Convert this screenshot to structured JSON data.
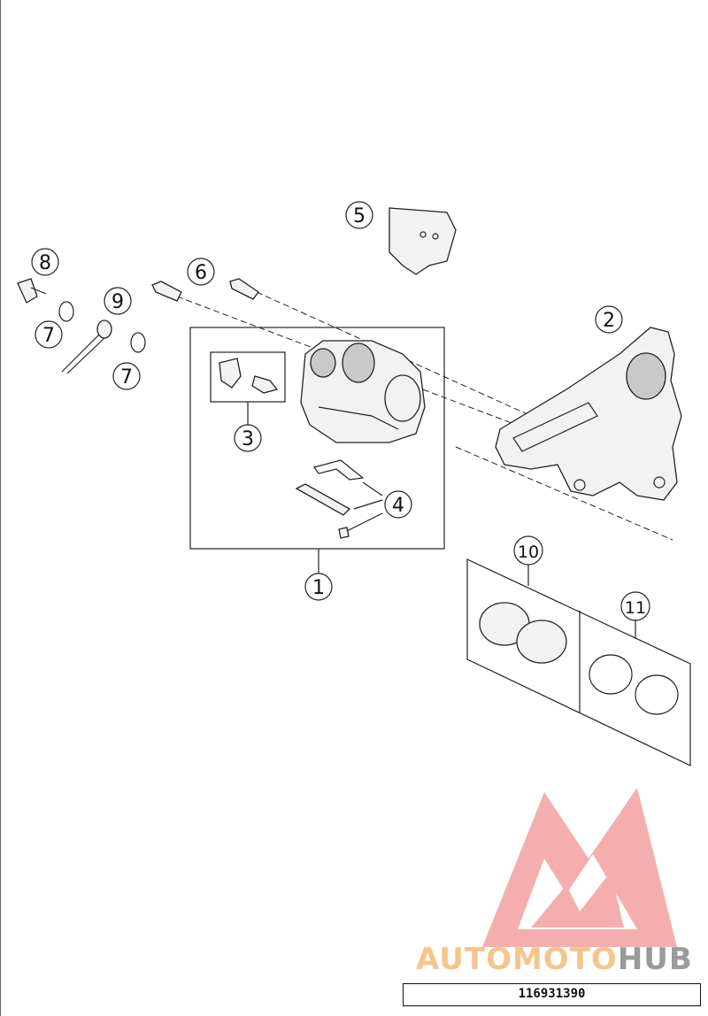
{
  "callouts": [
    "1",
    "2",
    "3",
    "4",
    "5",
    "6",
    "7",
    "7",
    "8",
    "9",
    "10",
    "11"
  ],
  "logo": {
    "text_primary": "AUTOMOTO",
    "text_secondary": "HUB",
    "colors": {
      "triangle": "#f28b8b",
      "word_primary": "#f6c58c",
      "word_secondary": "#9a9a9a"
    }
  },
  "part_number": "116931390"
}
